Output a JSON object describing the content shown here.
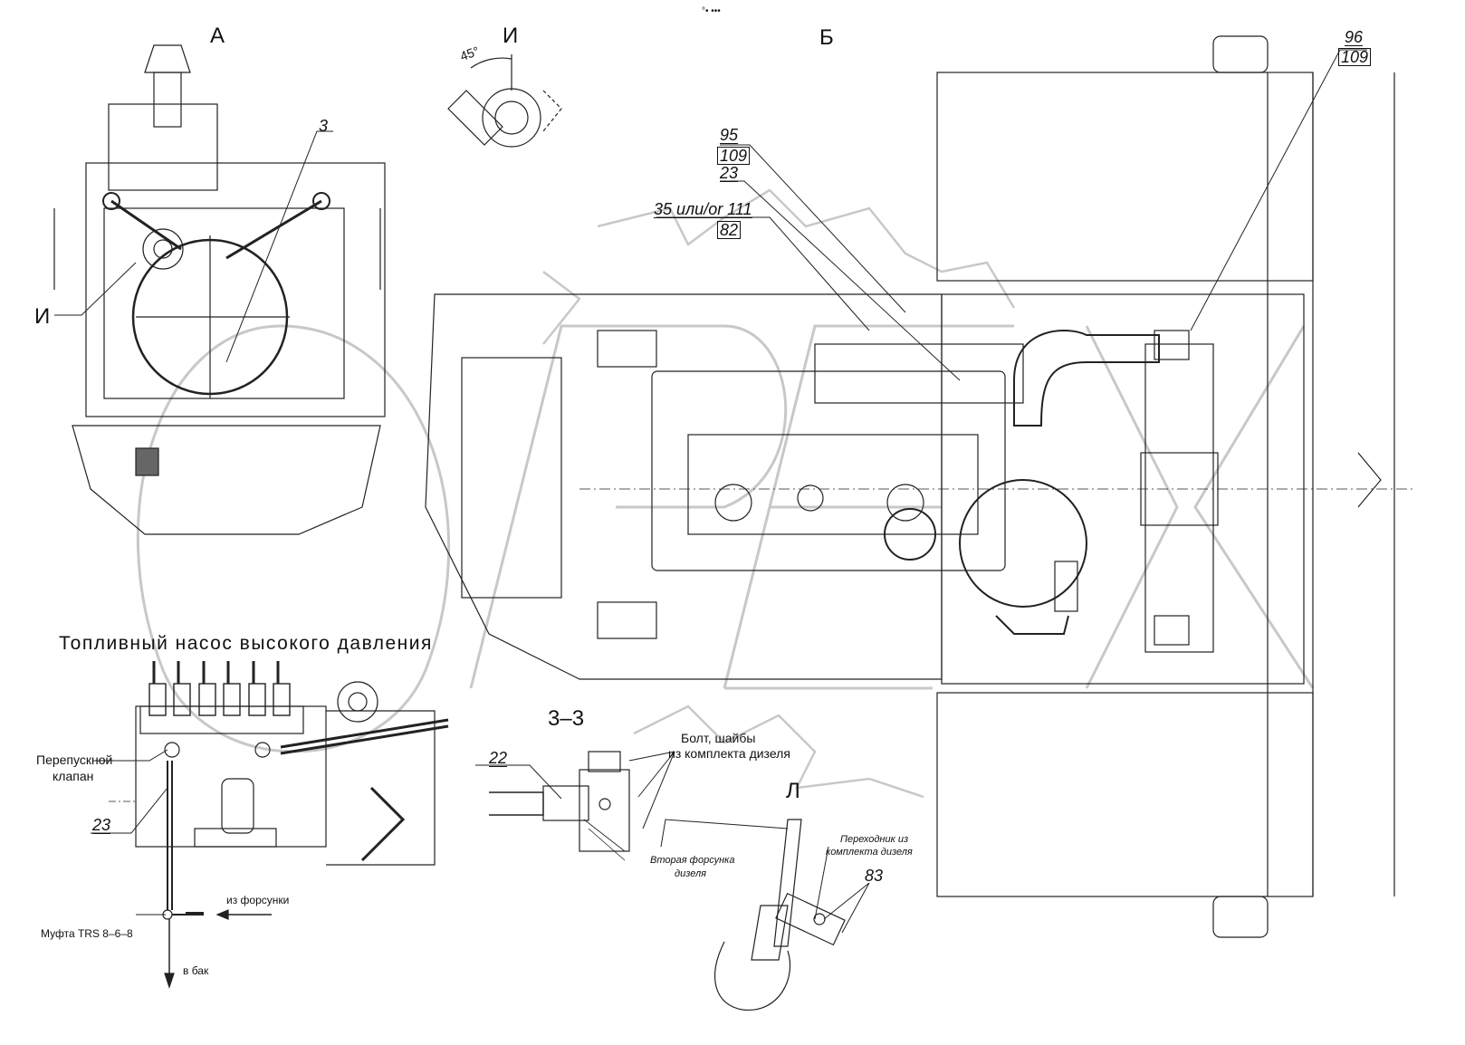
{
  "views": {
    "a": "А",
    "i_top": "И",
    "b": "Б",
    "i_side": "И",
    "section_33": "3–3",
    "l": "Л"
  },
  "angle": "45°",
  "top_mark": "°• •••",
  "callouts": {
    "c3": "3",
    "c95": "95",
    "c109a": "109",
    "c23a": "23",
    "c35": "35 или/or 111",
    "c82": "82",
    "c96": "96",
    "c109b": "109",
    "c22": "22",
    "c23b": "23",
    "c83": "83"
  },
  "titles": {
    "pump": "Топливный насос высокого давления"
  },
  "notes": {
    "bypass_line1": "Перепускной",
    "bypass_line2": "клапан",
    "coupling": "Муфта TRS 8–6–8",
    "from_injector": "из форсунки",
    "to_tank": "в бак",
    "bolt_line1": "Болт, шайбы",
    "bolt_line2": "из комплекта дизеля",
    "second_injector_line1": "Вторая форсунка",
    "second_injector_line2": "дизеля",
    "adapter_line1": "Переходник из",
    "adapter_line2": "комплекта дизеля"
  },
  "watermark": "OPEX"
}
